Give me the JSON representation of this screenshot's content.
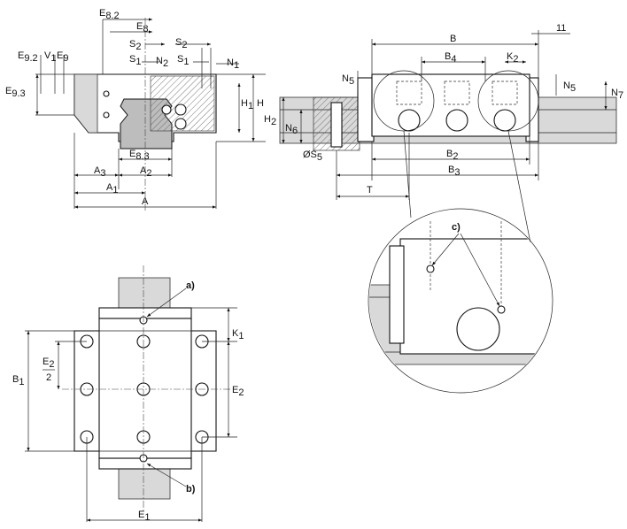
{
  "dimensions": {
    "E_8_2": {
      "main": "E",
      "sub": "8.2"
    },
    "E_8": {
      "main": "E",
      "sub": "8"
    },
    "S_2_left": {
      "main": "S",
      "sub": "2"
    },
    "S_2_right": {
      "main": "S",
      "sub": "2"
    },
    "S_1_left": {
      "main": "S",
      "sub": "1"
    },
    "S_1_right": {
      "main": "S",
      "sub": "1"
    },
    "N_2": {
      "main": "N",
      "sub": "2"
    },
    "N_1": {
      "main": "N",
      "sub": "1"
    },
    "E_9_2": {
      "main": "E",
      "sub": "9.2"
    },
    "V_1": {
      "main": "V",
      "sub": "1"
    },
    "E_9": {
      "main": "E",
      "sub": "9"
    },
    "E_9_3": {
      "main": "E",
      "sub": "9.3"
    },
    "H_1": {
      "main": "H",
      "sub": "1"
    },
    "H": {
      "main": "H",
      "sub": ""
    },
    "E_8_3": {
      "main": "E",
      "sub": "8.3"
    },
    "A_3": {
      "main": "A",
      "sub": "3"
    },
    "A_2": {
      "main": "A",
      "sub": "2"
    },
    "A_1": {
      "main": "A",
      "sub": "1"
    },
    "A": {
      "main": "A",
      "sub": ""
    },
    "B": {
      "main": "B",
      "sub": ""
    },
    "eleven": {
      "main": "11",
      "sub": ""
    },
    "B_4": {
      "main": "B",
      "sub": "4"
    },
    "K_2": {
      "main": "K",
      "sub": "2"
    },
    "N_5_left": {
      "main": "N",
      "sub": "5"
    },
    "N_5_right": {
      "main": "N",
      "sub": "5"
    },
    "N_7": {
      "main": "N",
      "sub": "7"
    },
    "H_2": {
      "main": "H",
      "sub": "2"
    },
    "N_6": {
      "main": "N",
      "sub": "6"
    },
    "S_5": {
      "main": "ØS",
      "sub": "5"
    },
    "B_2": {
      "main": "B",
      "sub": "2"
    },
    "B_3": {
      "main": "B",
      "sub": "3"
    },
    "T": {
      "main": "T",
      "sub": ""
    },
    "B_1": {
      "main": "B",
      "sub": "1"
    },
    "K_1": {
      "main": "K",
      "sub": "1"
    },
    "E_2_half_num": {
      "main": "E",
      "sub": "2"
    },
    "E_2_half_den": {
      "main": "2",
      "sub": ""
    },
    "E_2": {
      "main": "E",
      "sub": "2"
    },
    "E_1": {
      "main": "E",
      "sub": "1"
    }
  },
  "callouts": {
    "a": "a)",
    "b": "b)",
    "c": "c)"
  },
  "colors": {
    "line": "#111111",
    "rail_shade": "#d9d9d9",
    "section_fill": "#bdbdbd",
    "background": "#ffffff"
  }
}
